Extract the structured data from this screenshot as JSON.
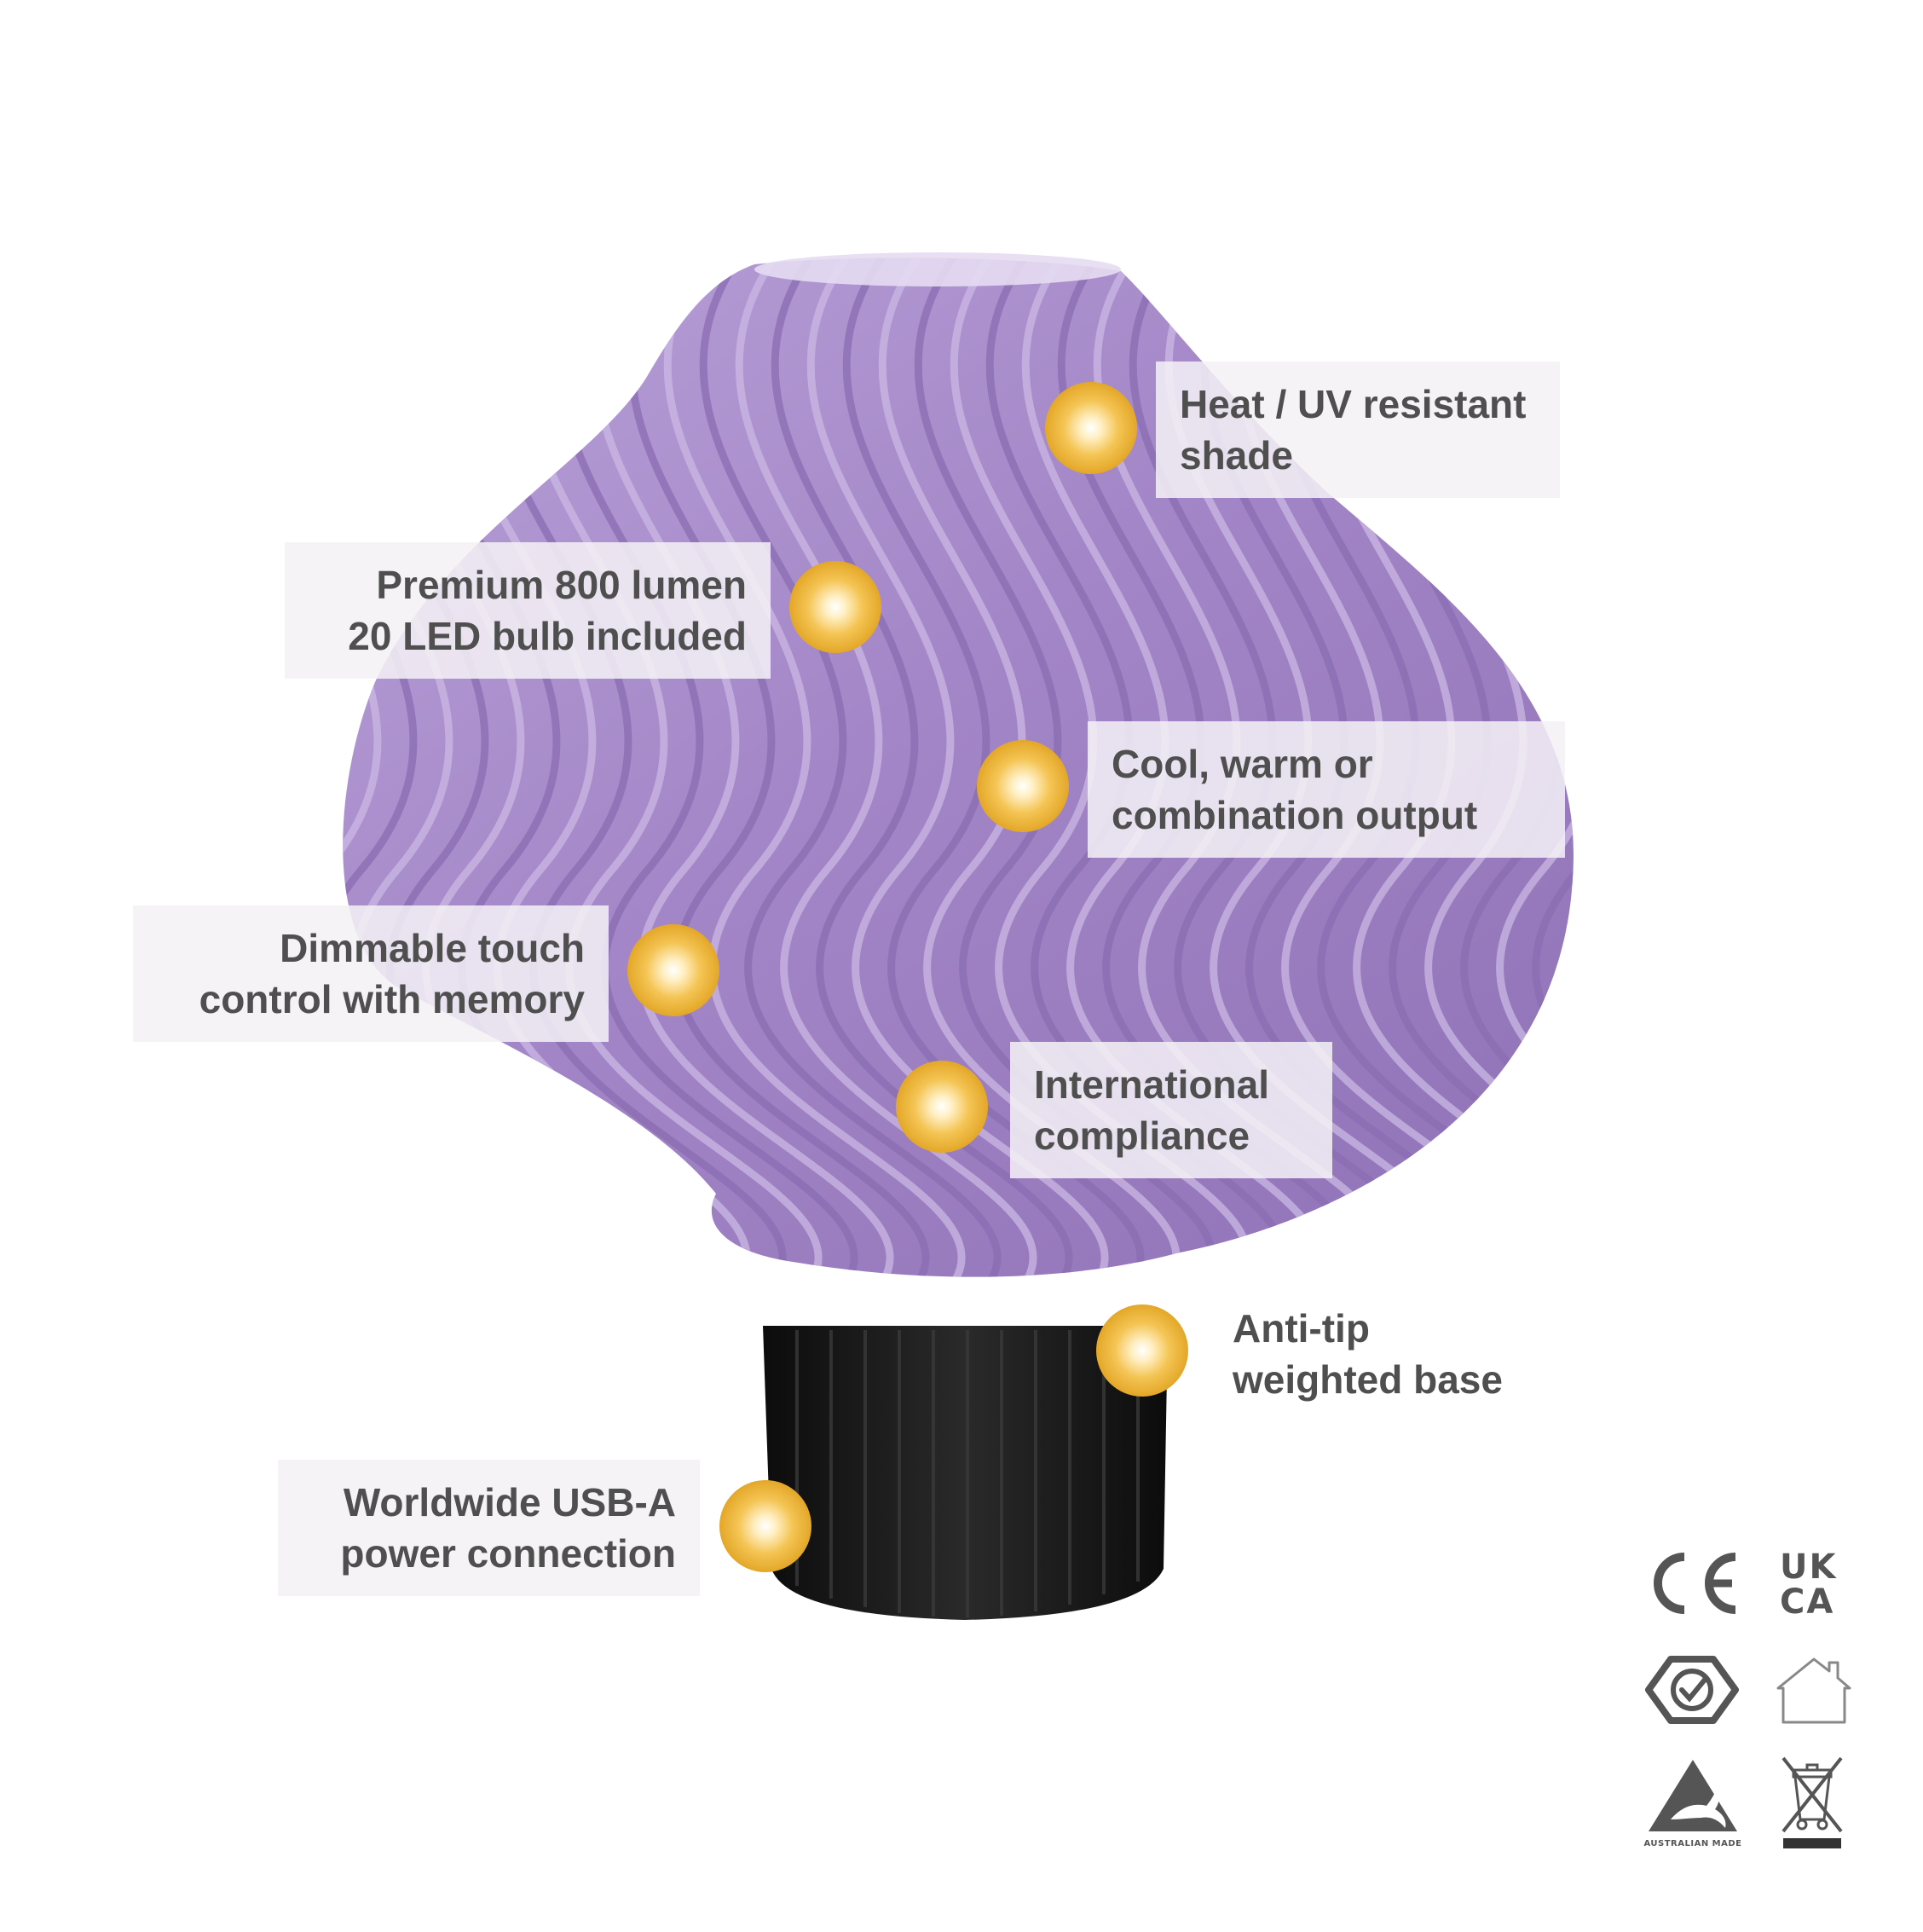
{
  "callouts": [
    {
      "id": "heat-uv",
      "lines": [
        "Heat / UV resistant",
        "shade"
      ]
    },
    {
      "id": "bulb",
      "lines": [
        "Premium 800 lumen",
        "20 LED bulb included"
      ]
    },
    {
      "id": "output",
      "lines": [
        "Cool, warm or",
        "combination output"
      ]
    },
    {
      "id": "dimmable",
      "lines": [
        "Dimmable touch",
        "control with memory"
      ]
    },
    {
      "id": "compliance",
      "lines": [
        "International",
        "compliance"
      ]
    },
    {
      "id": "anti-tip",
      "lines": [
        "Anti-tip",
        "weighted base"
      ]
    },
    {
      "id": "usb",
      "lines": [
        "Worldwide USB-A",
        "power connection"
      ]
    }
  ],
  "certifications": {
    "ce_mark": "CE",
    "ukca_top": "UK",
    "ukca_bottom": "CA",
    "australian_made": "AUSTRALIAN MADE"
  },
  "colors": {
    "shade_purple": "#a58bc6",
    "base_black": "#151515",
    "callout_text": "#4f4f4f",
    "dot_gold": "#f1bb3c",
    "cert_grey": "#555555"
  },
  "icons": [
    "ce-mark-icon",
    "ukca-mark-icon",
    "rcm-tick-icon",
    "house-outline-icon",
    "australian-made-kangaroo-icon",
    "weee-crossed-bin-icon"
  ]
}
